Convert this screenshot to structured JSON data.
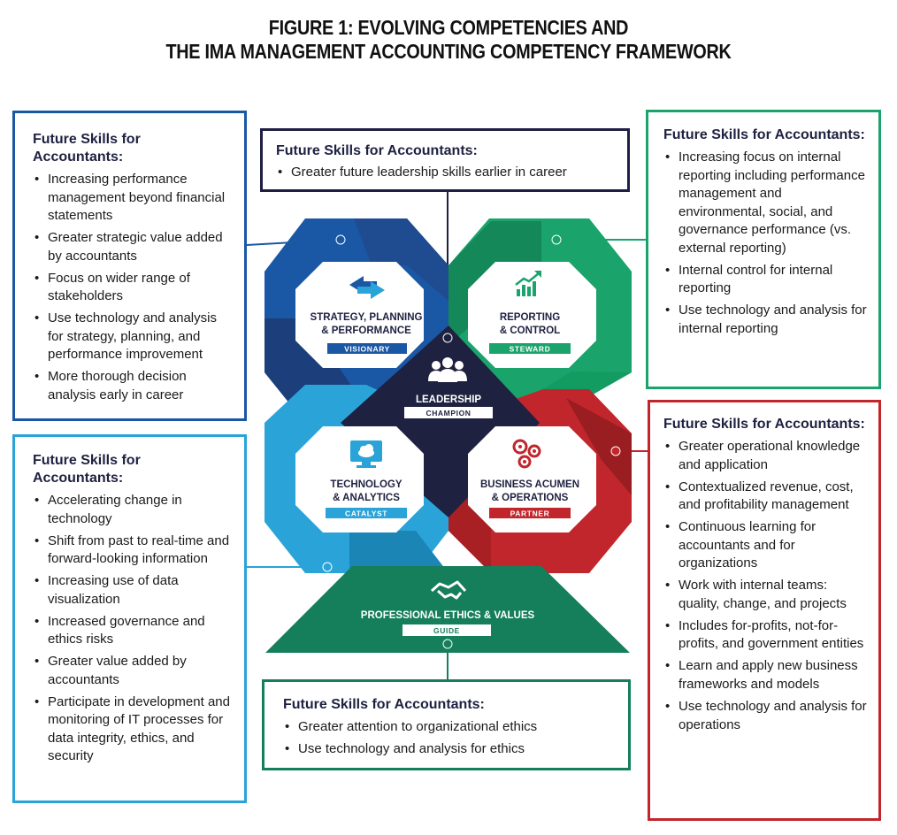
{
  "title": {
    "line1": "FIGURE 1: EVOLVING COMPETENCIES AND",
    "line2": "THE IMA MANAGEMENT ACCOUNTING COMPETENCY FRAMEWORK"
  },
  "boxes": {
    "top_left": {
      "heading": "Future Skills for Accountants:",
      "items": [
        "Increasing performance management beyond financial statements",
        "Greater strategic value added by accountants",
        "Focus on wider range of stakeholders",
        "Use technology and analysis for strategy, planning, and performance improvement",
        "More thorough decision analysis early in career"
      ]
    },
    "top_center": {
      "heading": "Future Skills for Accountants:",
      "items": [
        "Greater future leadership skills earlier in career"
      ]
    },
    "top_right": {
      "heading": "Future Skills for Accountants:",
      "items": [
        "Increasing focus on internal reporting including performance management and environmental, social, and governance performance (vs. external reporting)",
        "Internal control for internal reporting",
        "Use technology and analysis for internal reporting"
      ]
    },
    "bottom_left": {
      "heading": "Future Skills for Accountants:",
      "items": [
        "Accelerating change in technology",
        "Shift from past to real-time and forward-looking information",
        "Increasing use of data visualization",
        "Increased governance and ethics risks",
        "Greater value added by accountants",
        "Participate in development and monitoring of IT processes for data integrity, ethics, and security"
      ]
    },
    "bottom_right": {
      "heading": "Future Skills for Accountants:",
      "items": [
        "Greater operational knowledge and application",
        "Contextualized revenue, cost, and profitability management",
        "Continuous learning for accountants and for organizations",
        "Work with internal teams: quality, change, and projects",
        "Includes for-profits, not-for-profits, and government entities",
        "Learn and apply new business frameworks and models",
        "Use technology and analysis for operations"
      ]
    },
    "bottom_center": {
      "heading": "Future Skills for Accountants:",
      "items": [
        "Greater attention to organizational ethics",
        "Use technology and analysis for ethics"
      ]
    }
  },
  "domains": {
    "strategy": {
      "line1": "STRATEGY, PLANNING",
      "line2": "& PERFORMANCE",
      "tag": "VISIONARY",
      "icon": "arrows-exchange-icon"
    },
    "reporting": {
      "line1": "REPORTING",
      "line2": "& CONTROL",
      "tag": "STEWARD",
      "icon": "growth-chart-icon"
    },
    "technology": {
      "line1": "TECHNOLOGY",
      "line2": "& ANALYTICS",
      "tag": "CATALYST",
      "icon": "cloud-monitor-icon"
    },
    "business": {
      "line1": "BUSINESS ACUMEN",
      "line2": "& OPERATIONS",
      "tag": "PARTNER",
      "icon": "gears-icon"
    },
    "leadership": {
      "line1": "LEADERSHIP",
      "tag": "CHAMPION",
      "icon": "team-icon"
    },
    "ethics": {
      "line1": "PROFESSIONAL ETHICS & VALUES",
      "tag": "GUIDE",
      "icon": "handshake-icon"
    }
  },
  "colors": {
    "strategy": "#1a57a5",
    "reporting": "#1aa36b",
    "technology": "#2aa3d8",
    "business": "#c0262b",
    "leadership": "#1e2140",
    "ethics": "#157e5a"
  }
}
